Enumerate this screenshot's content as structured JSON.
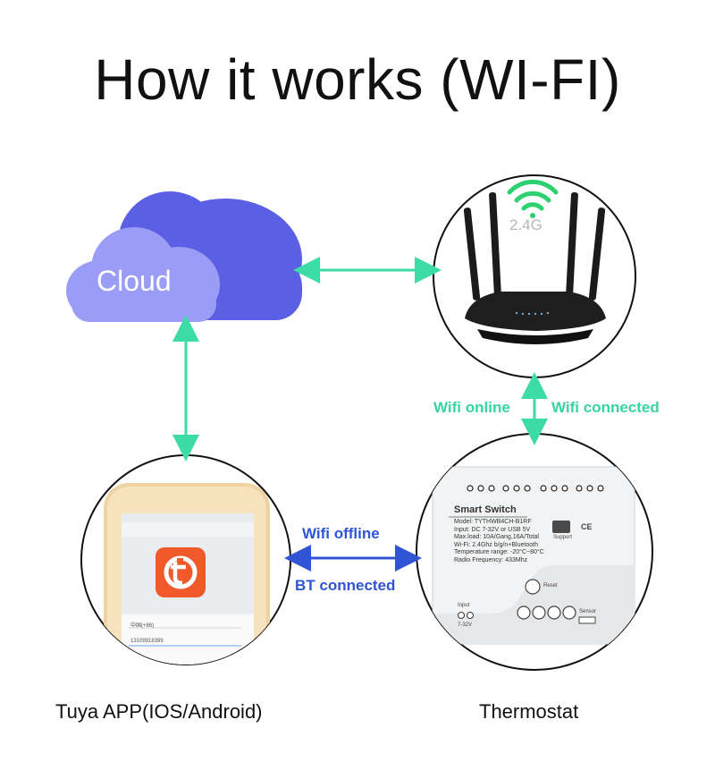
{
  "title": "How it works (WI-FI)",
  "cloud": {
    "label": "Cloud"
  },
  "router": {
    "band_label": "2.4G"
  },
  "links": {
    "router_thermostat": {
      "left_label": "Wifi online",
      "right_label": "Wifi connected"
    },
    "app_thermostat": {
      "top_label": "Wifi offline",
      "bottom_label": "BT connected"
    }
  },
  "captions": {
    "app": "Tuya APP(IOS/Android)",
    "thermostat": "Thermostat"
  },
  "module": {
    "name": "Smart  Switch",
    "specs": [
      "Model: TYTHWB4CH-B1RF",
      "Input: DC 7-32V or USB 5V",
      "Max.load: 10A/Gang,16A/Total",
      "Wi-Fi: 2.4Ghz b/g/n+Bluetooth",
      "Temperature range: -20°C~80°C",
      "Radio Frequency: 433Mhz"
    ],
    "reset_label": "Reset",
    "sensor_label": "Sensor",
    "input_label": "Input",
    "voltage_label": "7-32V",
    "support_label": "Support",
    "cert_label": "CE"
  },
  "phone": {
    "country_field": "中国(+86)",
    "number_field": "13109918399"
  },
  "colors": {
    "green_arrow": "#3ddba5",
    "blue_arrow": "#2f55d4",
    "cloud_light": "#9a9cf6",
    "cloud_dark": "#5b5fe3",
    "tuya_red": "#f05a2a"
  }
}
